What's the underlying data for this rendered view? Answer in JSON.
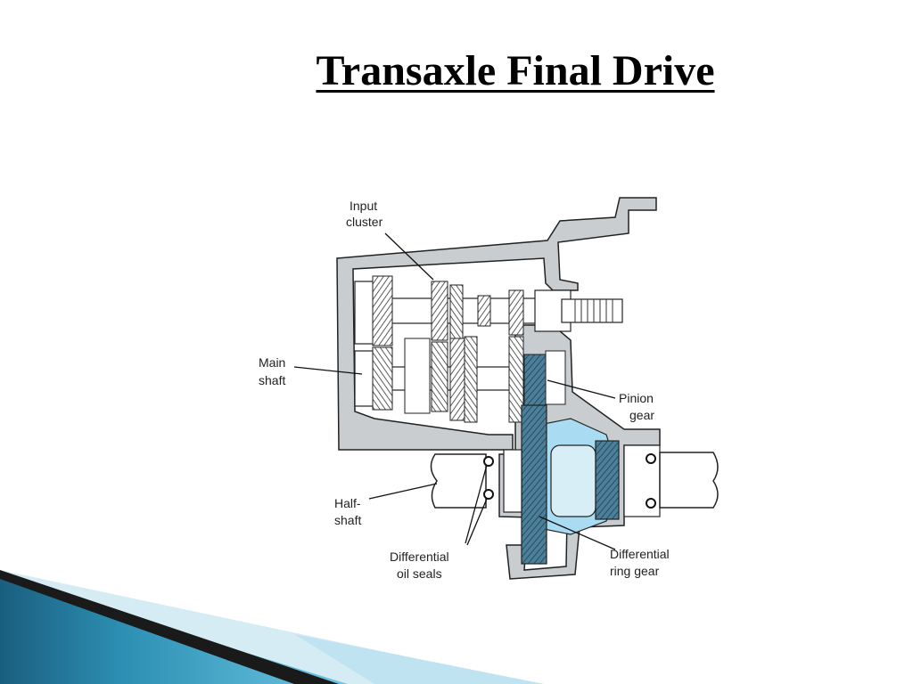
{
  "slide": {
    "title": "Transaxle Final Drive"
  },
  "diagram": {
    "labels": {
      "input_cluster_1": "Input",
      "input_cluster_2": "cluster",
      "main_shaft_1": "Main",
      "main_shaft_2": "shaft",
      "pinion_gear_1": "Pinion",
      "pinion_gear_2": "gear",
      "half_shaft_1": "Half-",
      "half_shaft_2": "shaft",
      "diff_oil_seals_1": "Differential",
      "diff_oil_seals_2": "oil seals",
      "diff_ring_gear_1": "Differential",
      "diff_ring_gear_2": "ring gear"
    },
    "colors": {
      "housing": "#c9cdd0",
      "housing_stroke": "#222222",
      "differential": "#a9dcf2",
      "ring_gear": "#3f6f87"
    }
  },
  "footer": {
    "colors": [
      "#1a5e7e",
      "#2c8fb3",
      "#6ec6e3",
      "#bfe3f0",
      "#1a1a1a"
    ]
  }
}
